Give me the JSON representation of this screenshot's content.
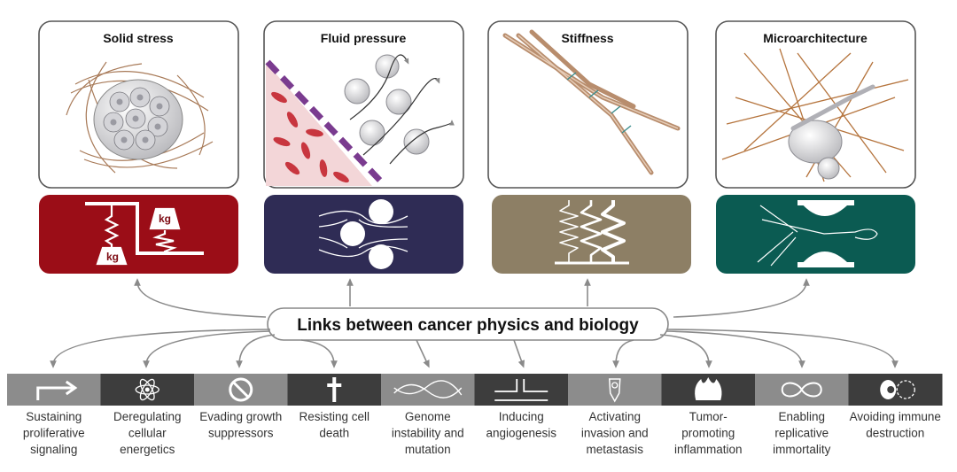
{
  "physical_traits": [
    {
      "title": "Solid stress",
      "icon": "weights-springs-icon",
      "color": "#9b0d17"
    },
    {
      "title": "Fluid pressure",
      "icon": "fluid-flow-icon",
      "color": "#2f2c55"
    },
    {
      "title": "Stiffness",
      "icon": "springs-icon",
      "color": "#8d7f65"
    },
    {
      "title": "Microarchitecture",
      "icon": "cell-squeeze-icon",
      "color": "#0b5b52"
    }
  ],
  "weight_label": "kg",
  "center_label": "Links between cancer physics and biology",
  "hallmarks": [
    {
      "lines": [
        "Sustaining",
        "proliferative",
        "signaling"
      ],
      "icon": "arrow-icon"
    },
    {
      "lines": [
        "Deregulating",
        "cellular",
        "energetics"
      ],
      "icon": "atom-icon"
    },
    {
      "lines": [
        "Evading growth",
        "suppressors"
      ],
      "icon": "prohibited-icon"
    },
    {
      "lines": [
        "Resisting cell",
        "death"
      ],
      "icon": "cross-icon"
    },
    {
      "lines": [
        "Genome",
        "instability and",
        "mutation"
      ],
      "icon": "dna-icon"
    },
    {
      "lines": [
        "Inducing",
        "angiogenesis"
      ],
      "icon": "vessel-icon"
    },
    {
      "lines": [
        "Activating",
        "invasion and",
        "metastasis"
      ],
      "icon": "invasion-icon"
    },
    {
      "lines": [
        "Tumor-",
        "promoting",
        "inflammation"
      ],
      "icon": "flame-icon"
    },
    {
      "lines": [
        "Enabling",
        "replicative",
        "immortality"
      ],
      "icon": "infinity-icon"
    },
    {
      "lines": [
        "Avoiding immune",
        "destruction"
      ],
      "icon": "immune-cell-icon"
    }
  ],
  "colors": {
    "panel_border": "#555555",
    "arrow": "#8a8a8a",
    "strip_light": "#8c8c8c",
    "strip_dark": "#3d3d3d"
  }
}
